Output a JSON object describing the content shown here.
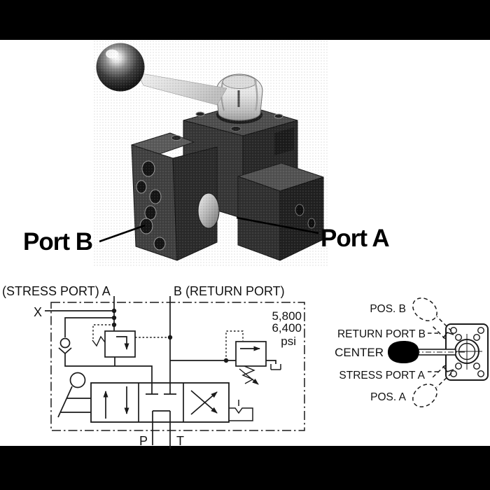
{
  "photo": {
    "port_b": "Port B",
    "port_a": "Port A"
  },
  "schematic": {
    "port_a_title": "(STRESS PORT) A",
    "port_b_title": "B (RETURN PORT)",
    "x_label": "X",
    "pressure_line1": "5,800",
    "pressure_line2": "6,400",
    "pressure_unit": "psi",
    "p_label": "P",
    "t_label": "T"
  },
  "lever_positions": {
    "pos_b": "POS. B",
    "return_port_b": "RETURN PORT B",
    "center": "CENTER",
    "stress_port_a": "STRESS PORT A",
    "pos_a": "POS. A"
  },
  "colors": {
    "ink": "#1a1a1a",
    "paper": "#ffffff",
    "bar": "#000000"
  }
}
